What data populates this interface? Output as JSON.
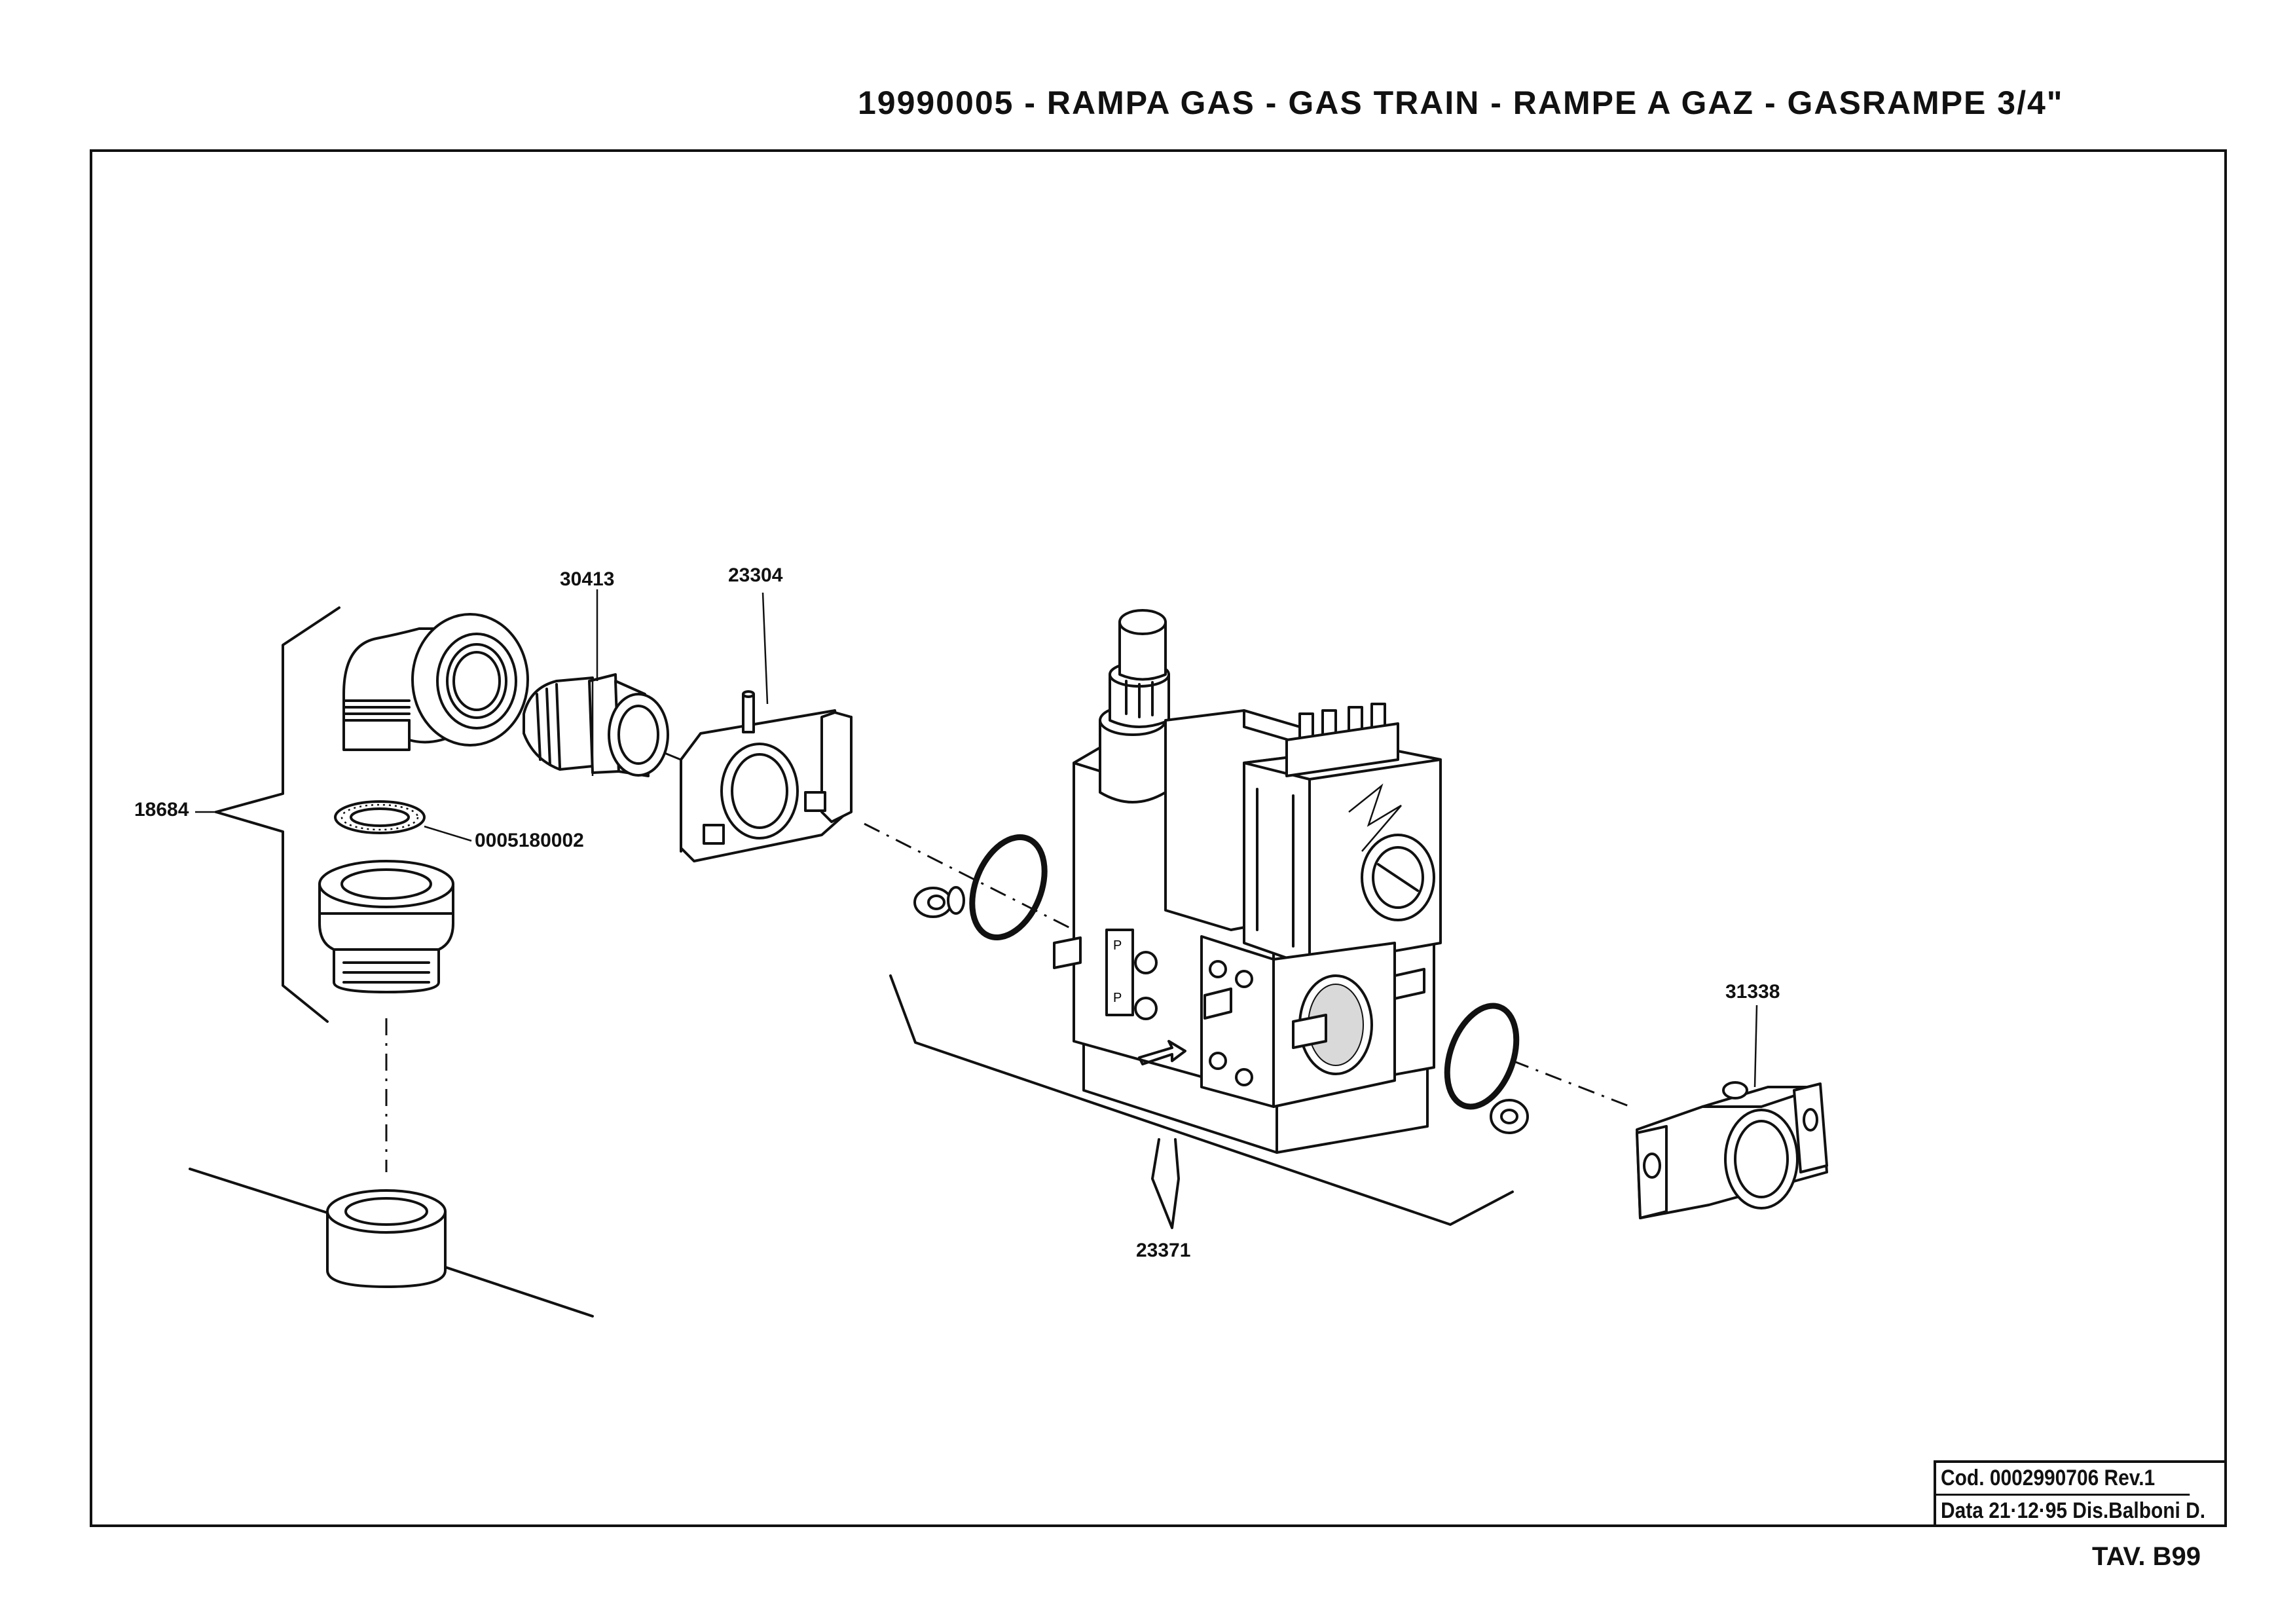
{
  "sheet": {
    "title": "19990005 - RAMPA  GAS - GAS  TRAIN - RAMPE  A  GAZ - GASRAMPE  3/4\"",
    "sheet_number": "TAV. B99"
  },
  "title_block": {
    "code_line": "Cod. 0002990706   Rev.1",
    "date_line": "Data 21·12·95 Dis.Balboni D."
  },
  "part_labels": {
    "p18684": "18684",
    "p0005180002": "0005180002",
    "p30413": "30413",
    "p23304": "23304",
    "p23371": "23371",
    "p31338": "31338"
  }
}
